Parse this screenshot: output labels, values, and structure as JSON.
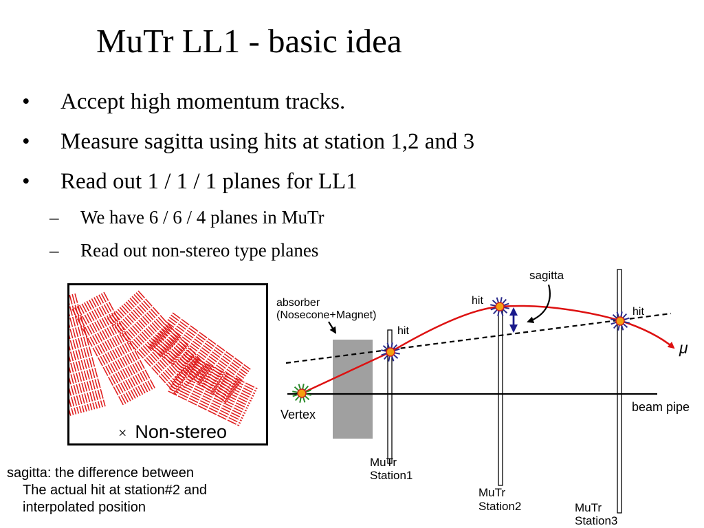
{
  "slide": {
    "title": "MuTr LL1 - basic idea",
    "bullets": [
      {
        "marker": "•",
        "text": "Accept high momentum tracks."
      },
      {
        "marker": "•",
        "text": "Measure sagitta using hits at station 1,2 and 3"
      },
      {
        "marker": "•",
        "text": "Read out 1 / 1 / 1 planes for LL1"
      }
    ],
    "subbullets": [
      {
        "marker": "–",
        "text": "We have 6 / 6 / 4 planes in MuTr"
      },
      {
        "marker": "–",
        "text": "Read out non-stereo type planes"
      }
    ],
    "panel": {
      "symbol": "×",
      "label": "Non-stereo",
      "strip_color": "#e02020"
    },
    "diagram": {
      "absorber_label_1": "absorber",
      "absorber_label_2": "(Nosecone+Magnet)",
      "sagitta_label": "sagitta",
      "hit_label": "hit",
      "mu_label": "μ",
      "vertex_label": "Vertex",
      "beam_pipe_label": "beam pipe",
      "station_name": "MuTr",
      "station_1": "Station1",
      "station_2": "Station2",
      "station_3": "Station3",
      "track_color": "#dd1111",
      "arrow_color": "#1a1a8c",
      "absorber_color": "#a0a0a0"
    },
    "note": {
      "line1": "sagitta: the difference between",
      "line2": "The actual hit at station#2 and",
      "line3": "interpolated position"
    }
  }
}
